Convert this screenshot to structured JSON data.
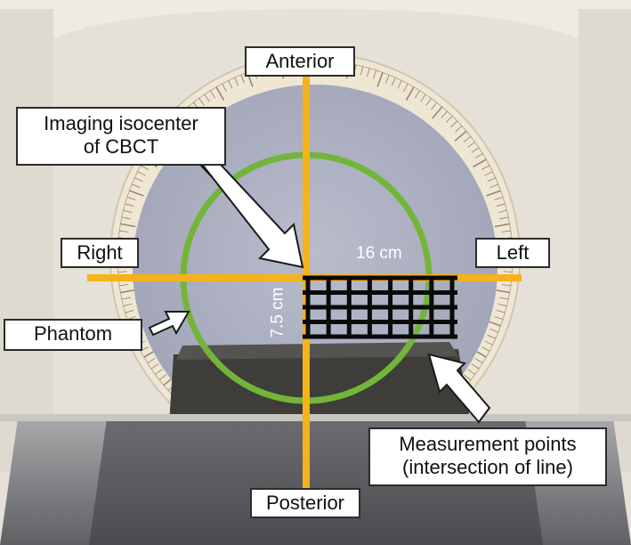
{
  "labels": {
    "anterior": "Anterior",
    "posterior": "Posterior",
    "right": "Right",
    "left": "Left",
    "isocenter_line1": "Imaging isocenter",
    "isocenter_line2": "of CBCT",
    "phantom": "Phantom",
    "measurement_line1": "Measurement points",
    "measurement_line2": "(intersection of line)"
  },
  "dimensions": {
    "width": "16 cm",
    "depth": "7.5 cm"
  },
  "colors": {
    "axis_lines": "#f5b21a",
    "phantom_circle": "#73b53a",
    "grid_lines": "#0a0a0a",
    "label_background": "#ffffff",
    "dimension_text": "#ffffff",
    "gantry_ring": "#ece4d4",
    "bore_background": "#aeb3c2"
  }
}
